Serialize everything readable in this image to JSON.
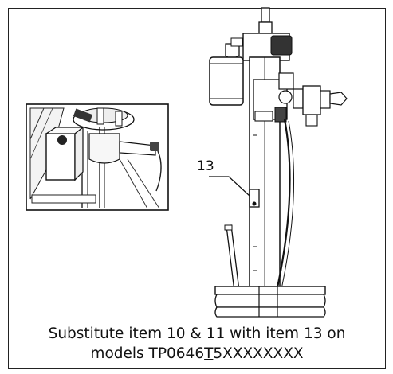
{
  "figure": {
    "callout_number": "13",
    "caption_line1": "Substitute item 10 & 11 with item 13 on",
    "caption_line2_prefix": "models TP0646",
    "caption_line2_underlined": "T",
    "caption_line2_suffix": "5XXXXXXXX"
  },
  "colors": {
    "line": "#1a1a1a",
    "frame": "#222222",
    "background": "#ffffff"
  }
}
